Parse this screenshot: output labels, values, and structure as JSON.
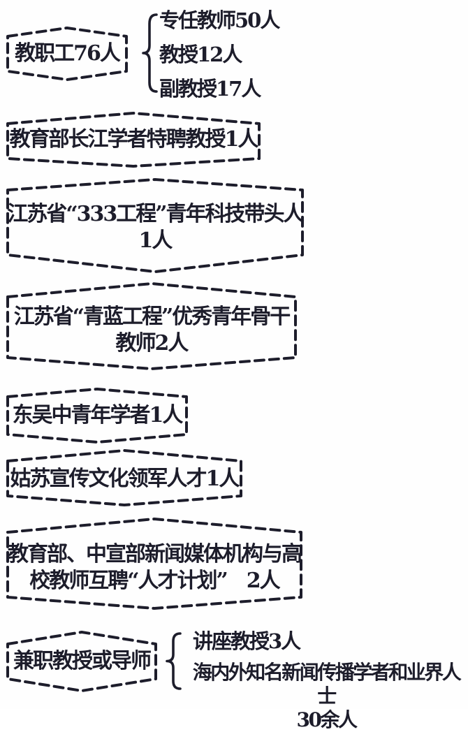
{
  "diagram_title": "",
  "colors": {
    "ink": "#1d1d2b",
    "background": "#ffffff"
  },
  "nodes": [
    {
      "label": "教职工76人",
      "children": [
        "专任教师50人",
        "教授12人",
        "副教授17人"
      ]
    },
    {
      "label": "教育部长江学者特聘教授1人"
    },
    {
      "label": "江苏省“333工程”青年科技带头人\n1人"
    },
    {
      "label": "江苏省“青蓝工程”优秀青年骨干\n教师2人"
    },
    {
      "label": "东吴中青年学者1人"
    },
    {
      "label": "姑苏宣传文化领军人才1人"
    },
    {
      "label": "教育部、中宣部新闻媒体机构与高\n校教师互聘“人才计划”　2人"
    },
    {
      "label": "兼职教授或导师",
      "children": [
        "讲座教授3人",
        "海内外知名新闻传播学者和业界人士\n30余人"
      ]
    }
  ]
}
